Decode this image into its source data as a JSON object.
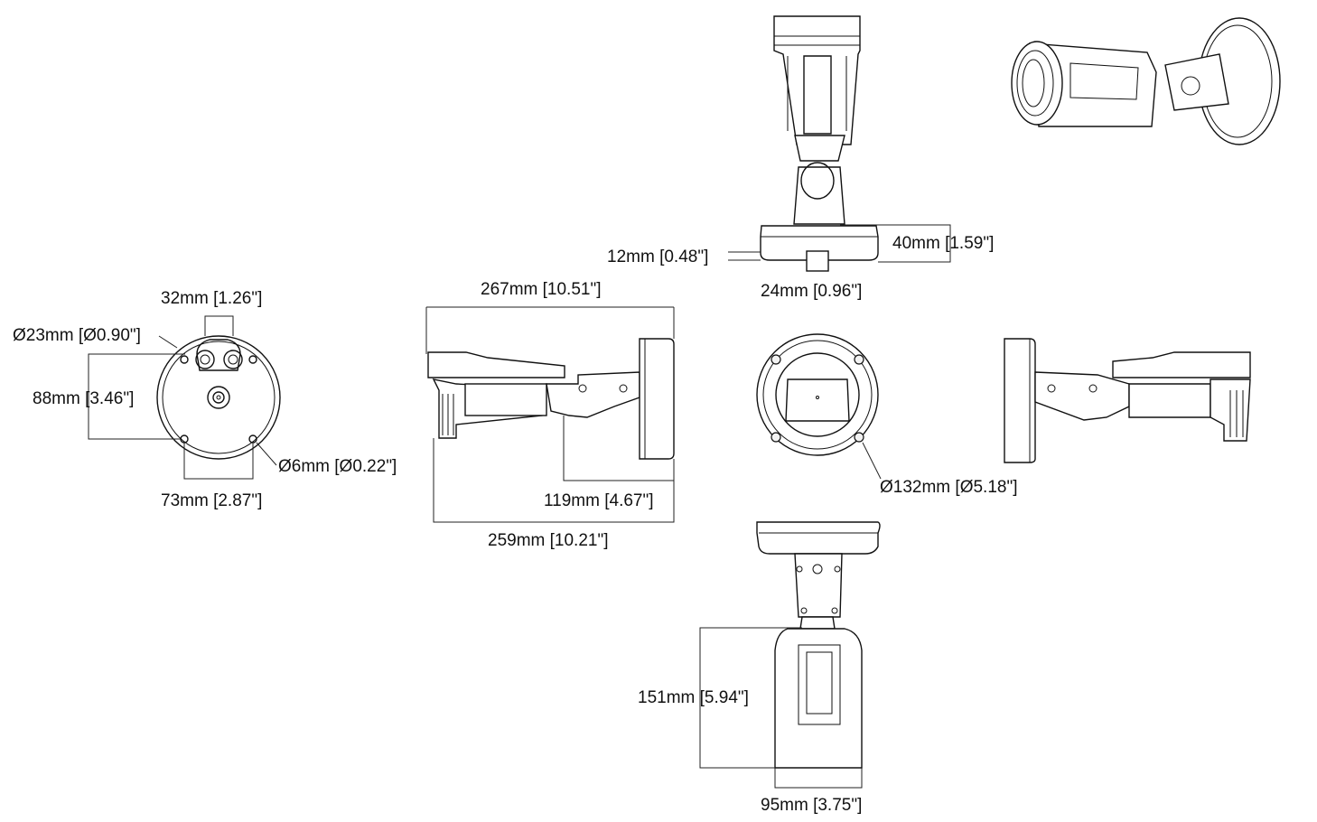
{
  "dimensions": {
    "mount_hole_spacing": "32mm [1.26\"]",
    "cable_hole_diameter": "Ø23mm [Ø0.90\"]",
    "mount_height": "88mm [3.46\"]",
    "mount_screw_diameter": "Ø6mm [Ø0.22\"]",
    "mount_width": "73mm [2.87\"]",
    "overall_length": "267mm [10.51\"]",
    "base_depth": "119mm [4.67\"]",
    "body_length": "259mm [10.21\"]",
    "base_plate_thickness": "12mm [0.48\"]",
    "base_height": "40mm [1.59\"]",
    "base_notch_width": "24mm [0.96\"]",
    "base_diameter": "Ø132mm [Ø5.18\"]",
    "bracket_height": "151mm [5.94\"]",
    "housing_width": "95mm [3.75\"]"
  }
}
